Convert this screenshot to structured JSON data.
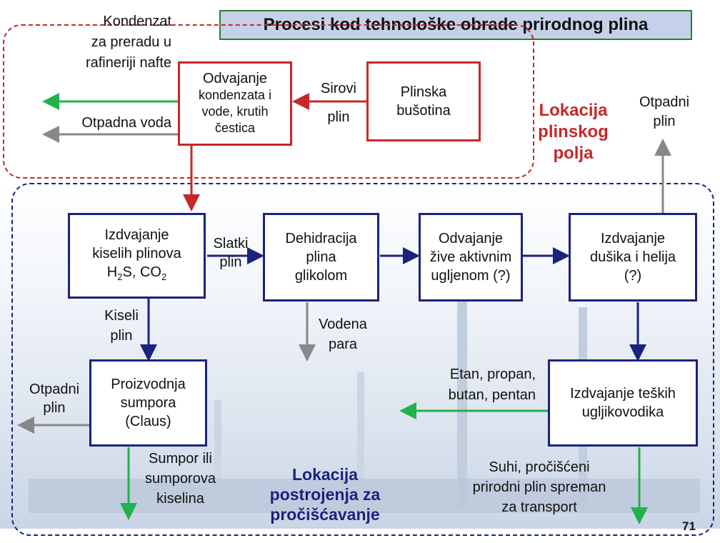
{
  "title": "Procesi kod tehnološke obrade prirodnog plina",
  "zones": {
    "field": [
      "Lokacija",
      "plinskog",
      "polja"
    ],
    "plant": [
      "Lokacija",
      "postrojenja za",
      "pročišćavanje"
    ]
  },
  "boxes": {
    "well": [
      "Plinska",
      "bušotina"
    ],
    "separation": [
      "Odvajanje",
      "kondenzata i",
      "vode, krutih",
      "čestica"
    ],
    "acid_gas": [
      "Izdvajanje",
      "kiselih plinova"
    ],
    "acid_gas_formula": {
      "h": "H",
      "two_a": "2",
      "mid": "S, CO",
      "two_b": "2"
    },
    "dehydration": [
      "Dehidracija",
      "plina",
      "glikolom"
    ],
    "mercury": [
      "Odvajanje",
      "žive aktivnim",
      "ugljenom (?)"
    ],
    "nitrogen": [
      "Izdvajanje",
      "dušika i helija",
      "(?)"
    ],
    "sulfur": [
      "Proizvodnja",
      "sumpora",
      "(Claus)"
    ],
    "heavy_hc": [
      "Izdvajanje teških",
      "ugljikovodika"
    ]
  },
  "labels": {
    "raw_gas": [
      "Sirovi",
      "plin"
    ],
    "condensate": [
      "Kondenzat",
      "za preradu u",
      "rafineriji nafte"
    ],
    "waste_water": "Otpadna voda",
    "waste_gas_top": [
      "Otpadni",
      "plin"
    ],
    "sweet_gas": [
      "Slatki",
      "plin"
    ],
    "acid_gas_out": [
      "Kiseli",
      "plin"
    ],
    "water_vapor": [
      "Vodena",
      "para"
    ],
    "waste_gas_left": [
      "Otpadni",
      "plin"
    ],
    "sulfur_out": [
      "Sumpor ili",
      "sumporova",
      "kiselina"
    ],
    "ngl": [
      "Etan, propan,",
      "butan, pentan"
    ],
    "dry_gas": [
      "Suhi, pročišćeni",
      "prirodni plin spreman",
      "za transport"
    ]
  },
  "page_number": "71",
  "colors": {
    "red": "#c62828",
    "blue": "#1a237e",
    "green": "#22b14c",
    "gray": "#888888",
    "title_bg": "#c5d1e8"
  }
}
